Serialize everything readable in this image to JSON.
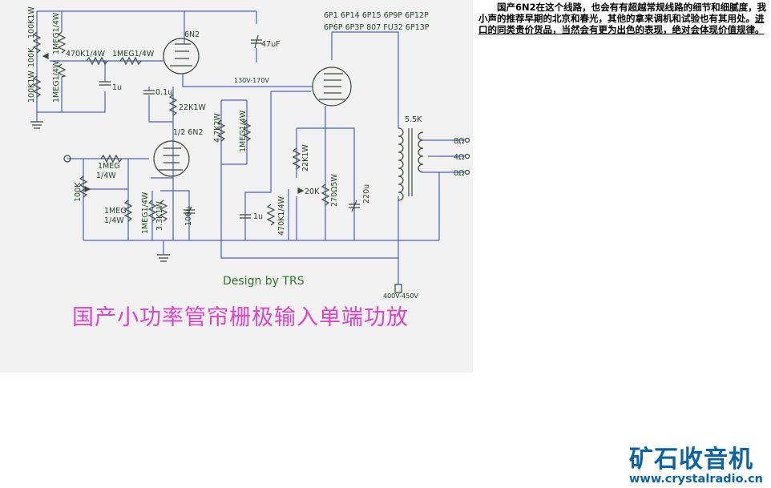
{
  "diagram": {
    "tubes_line1": "6P1 6P14 6P15 6P9P 6P12P",
    "tubes_line2": "6P6P 6P3P 807 FU32 6P13P",
    "tube1": "6N2",
    "tube2": "1/2 6N2",
    "cap_47uf": "47uF",
    "r_470k_top": "470K1/4W",
    "r_1meg_top": "1MEG1/4W",
    "cap_1u_left": "1u",
    "cap_01u": "0.1u",
    "r_22k1w_mid": "22K1W",
    "volt_130_170": "130V-170V",
    "r_47k2w": "4.7K2W",
    "r_1meg_14w_mid": "1MEG1/4W",
    "trans_5_5k": "5.5K",
    "out_8": "8Ω",
    "out_4": "4Ω",
    "out_0": "0Ω",
    "r_22k1w_right": "22K1W",
    "pot_20k": "20K",
    "r_270_5w": "270Ω5W",
    "cap_220u": "220u",
    "cap_1u_right": "1u",
    "r_470k_right": "470K1/4W",
    "r_1meg_left_a": "1MEG",
    "r_1meg_left_b": "1/4W",
    "pot_100k_in": "100K",
    "r_1meg_grid_a": "1MEG",
    "r_1meg_grid_b": "1/4W",
    "r_1meg_14w_low": "1MEG1/4W",
    "r_33k1w": "3.3K1W",
    "cap_100u": "100u",
    "r_left_100k1w_a": "100K1W",
    "r_left_100k": "100K",
    "r_left_100k1w_b": "100K1W",
    "r_left_1meg_a": "1MEG1/4W",
    "r_left_1meg_b": "1MEG1/4W",
    "supply": "400V-450V",
    "design": "Design by TRS",
    "title": "国产小功率管帘栅极输入单端功放"
  },
  "note": {
    "prefix": "国产6N2在这个线路，也会有有超越常规线路的细节和细腻度，我小声的推荐早期的北京和春光，其他的拿来调机和试验也有其用处。",
    "underlined": "进口的同类贵价货品，当然会有更为出色的表现，绝对会体现价值规律。"
  },
  "brand": {
    "name": "矿石收音机",
    "url": "www.crystalradio.cn"
  },
  "colors": {
    "wire": "#4a5fd0",
    "component": "#3a4a3a",
    "label": "#224422",
    "title": "#dd44cc",
    "design": "#2a7a2a",
    "brand": "#0a63a8"
  }
}
